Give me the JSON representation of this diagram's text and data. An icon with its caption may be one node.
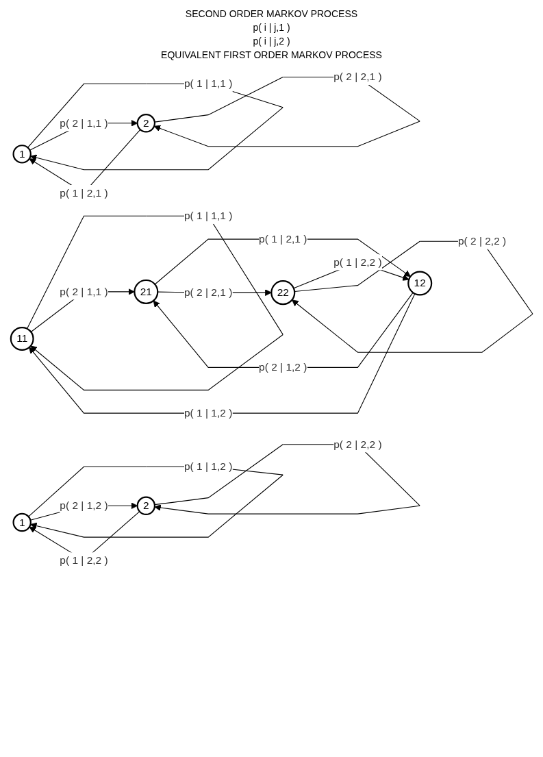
{
  "diagram": {
    "title": "SECOND ORDER MARKOV PROCESS",
    "nodes": [
      {
        "text": [
          "1"
        ]
      },
      {
        "text": [
          "2"
        ]
      },
      {
        "text": [
          "1"
        ]
      },
      {
        "text": [
          "2"
        ]
      },
      {
        "text": [
          "11"
        ]
      },
      {
        "text": [
          "12"
        ]
      },
      {
        "text": [
          "21"
        ]
      },
      {
        "text": [
          "22"
        ]
      }
    ],
    "edges": [
      {
        "from": 0,
        "to": 0,
        "arrow": "to",
        "label": "p( 1 | 1,1 )"
      },
      {
        "from": 0,
        "to": 1,
        "arrow": "to",
        "label": "p( 2 | 1,1 )"
      },
      {
        "from": 1,
        "to": 0,
        "arrow": "to",
        "label": "p( 1 | 2,1 )"
      },
      {
        "from": 1,
        "to": 1,
        "arrow": "to",
        "label": "p( 2 | 2,1 )"
      },
      {
        "from": 2,
        "to": 2,
        "arrow": "to",
        "label": "p( 1 | 1,2 )"
      },
      {
        "from": 2,
        "to": 3,
        "arrow": "to",
        "label": "p( 2 | 1,2 )"
      },
      {
        "from": 3,
        "to": 2,
        "arrow": "to",
        "label": "p( 1 | 2,2 )"
      },
      {
        "from": 3,
        "to": 3,
        "arrow": "to",
        "label": "p( 2 | 2,2 )"
      },
      {
        "from": 4,
        "to": 4,
        "arrow": "to",
        "label": "p( 1 | 1,1 )"
      },
      {
        "from": 5,
        "to": 4,
        "arrow": "to",
        "label": "p( 1 | 1,2 )"
      },
      {
        "from": 6,
        "to": 5,
        "arrow": "to",
        "label": "p( 1 | 2,1 )"
      },
      {
        "from": 4,
        "to": 6,
        "arrow": "to",
        "label": "p( 2 | 1,1 )"
      },
      {
        "from": 5,
        "to": 6,
        "arrow": "to",
        "label": "p( 2 | 1,2 )"
      },
      {
        "from": 7,
        "to": 5,
        "arrow": "to",
        "label": "p( 1 | 2,2 )"
      },
      {
        "from": 6,
        "to": 7,
        "arrow": "to",
        "label": "p( 2 | 2,1 )"
      },
      {
        "from": 7,
        "to": 7,
        "arrow": "to",
        "label": "p( 2 | 2,2 )"
      }
    ],
    "labels": [
      "p( i | j,1 )",
      "p( i | j,2 )",
      "EQUIVALENT FIRST ORDER MARKOV PROCESS"
    ]
  }
}
